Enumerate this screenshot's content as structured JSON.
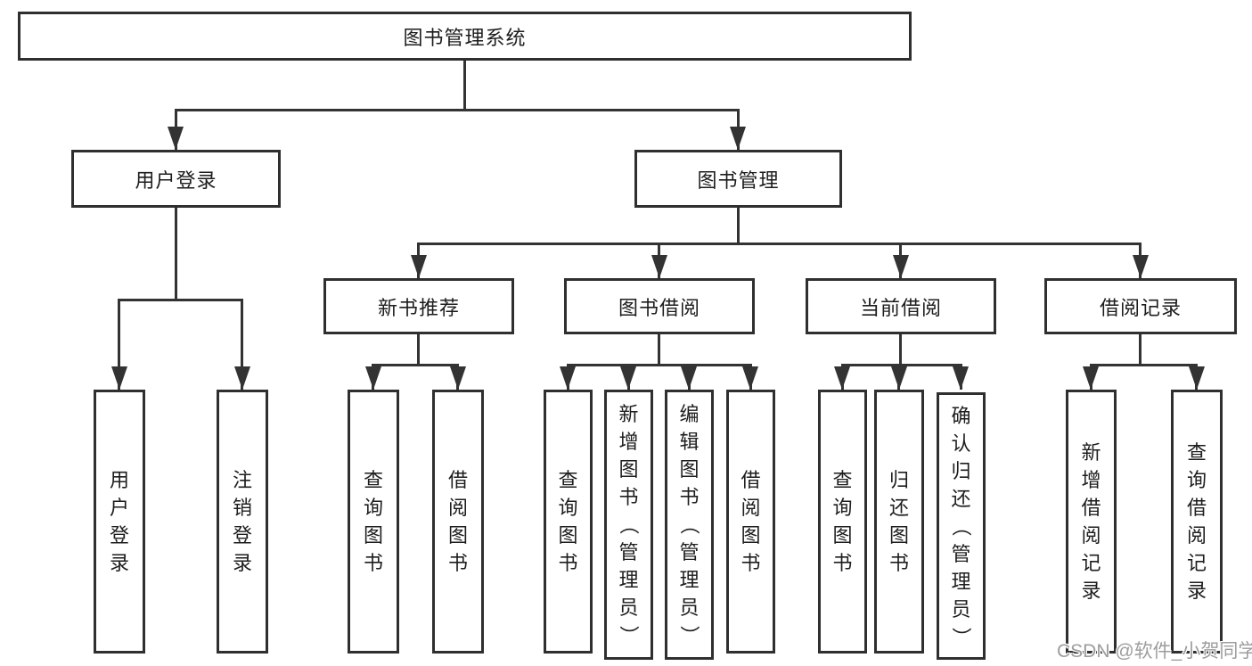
{
  "diagram": {
    "root": {
      "label": "图书管理系统"
    },
    "level2": [
      {
        "id": "user-login",
        "label": "用户登录"
      },
      {
        "id": "book-management",
        "label": "图书管理"
      }
    ],
    "level3": [
      {
        "id": "new-book-recommend",
        "label": "新书推荐",
        "parent": "book-management"
      },
      {
        "id": "book-borrow",
        "label": "图书借阅",
        "parent": "book-management"
      },
      {
        "id": "current-borrow",
        "label": "当前借阅",
        "parent": "book-management"
      },
      {
        "id": "borrow-records",
        "label": "借阅记录",
        "parent": "book-management"
      }
    ],
    "leaves": [
      {
        "group": "user-login",
        "label": "用户登录"
      },
      {
        "group": "user-login",
        "label": "注销登录"
      },
      {
        "group": "new-book-recommend",
        "label": "查询图书"
      },
      {
        "group": "new-book-recommend",
        "label": "借阅图书"
      },
      {
        "group": "book-borrow",
        "label": "查询图书"
      },
      {
        "group": "book-borrow",
        "label": "新增图书（管理员）"
      },
      {
        "group": "book-borrow",
        "label": "编辑图书（管理员）"
      },
      {
        "group": "book-borrow",
        "label": "借阅图书"
      },
      {
        "group": "current-borrow",
        "label": "查询图书"
      },
      {
        "group": "current-borrow",
        "label": "归还图书"
      },
      {
        "group": "current-borrow",
        "label": "确认归还（管理员）"
      },
      {
        "group": "borrow-records",
        "label": "新增借阅记录"
      },
      {
        "group": "borrow-records",
        "label": "查询借阅记录"
      }
    ]
  },
  "watermark": "CSDN @软件_小贺同学",
  "colors": {
    "line": "#333333",
    "border": "#2f2f2f",
    "text": "#1d1d1d",
    "watermark": "#9d9d9d",
    "background": "#ffffff"
  }
}
